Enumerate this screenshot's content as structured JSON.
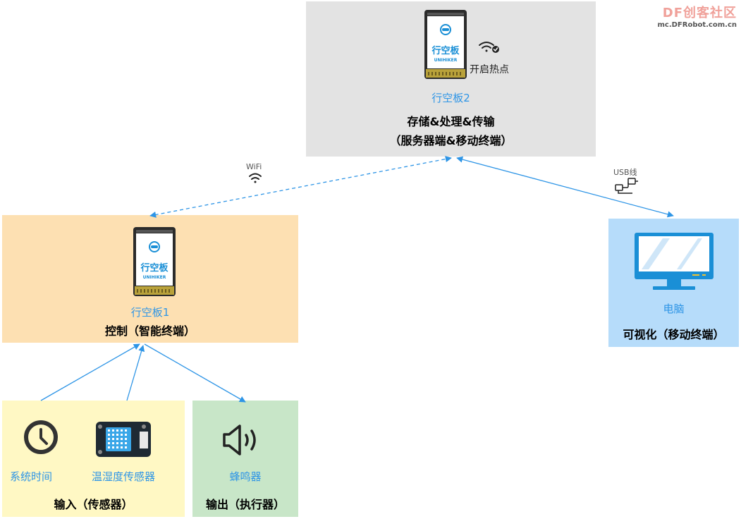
{
  "brand": {
    "name": "DF创客社区",
    "url": "mc.DFRobot.com.cn"
  },
  "board_screen_text": {
    "cn": "行空板",
    "en": "UNIHIKER"
  },
  "board2": {
    "name": "行空板2",
    "role_line1": "存储&处理&传输",
    "role_line2": "（服务器端&移动终端）",
    "hotspot_label": "开启热点"
  },
  "board1": {
    "name": "行空板1",
    "role": "控制（智能终端）"
  },
  "pc": {
    "name": "电脑",
    "role": "可视化（移动终端）"
  },
  "input": {
    "clock_label": "系统时间",
    "sensor_label": "温湿度传感器",
    "role": "输入（传感器）"
  },
  "output": {
    "buzzer_label": "蜂鸣器",
    "role": "输出（执行器）"
  },
  "links": {
    "wifi_label": "WiFi",
    "usb_label": "USB线"
  },
  "colors": {
    "arrow": "#2e95e6",
    "label_blue": "#2e95e6",
    "board2_bg": "#e3e3e3",
    "board1_bg": "#fde0b2",
    "pc_bg": "#b6dcfa",
    "input_bg": "#fff8c4",
    "output_bg": "#c8e6c8"
  },
  "icons": [
    "unihiker-board-icon",
    "wifi-check-icon",
    "wifi-icon",
    "usb-cable-icon",
    "monitor-icon",
    "clock-icon",
    "dht11-sensor-icon",
    "speaker-icon"
  ]
}
